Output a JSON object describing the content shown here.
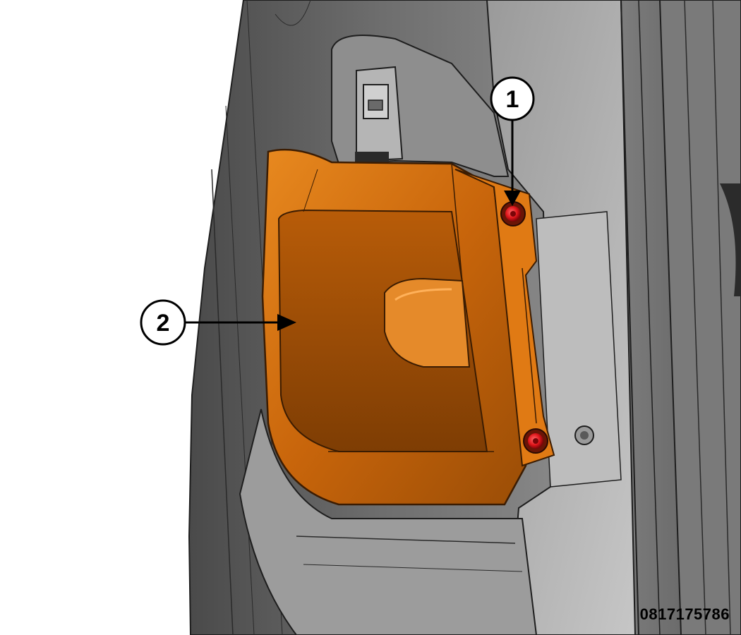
{
  "callouts": [
    {
      "label": "1",
      "target": "fastener"
    },
    {
      "label": "2",
      "target": "lamp-housing"
    }
  ],
  "figure_id": "0817175786",
  "colors": {
    "body_dark": "#3a3a3a",
    "body_mid": "#6b6b6b",
    "body_light": "#a6a6a6",
    "lamp_orange": "#d9720e",
    "lamp_dark": "#8a4204",
    "fastener_red": "#e0161b"
  }
}
